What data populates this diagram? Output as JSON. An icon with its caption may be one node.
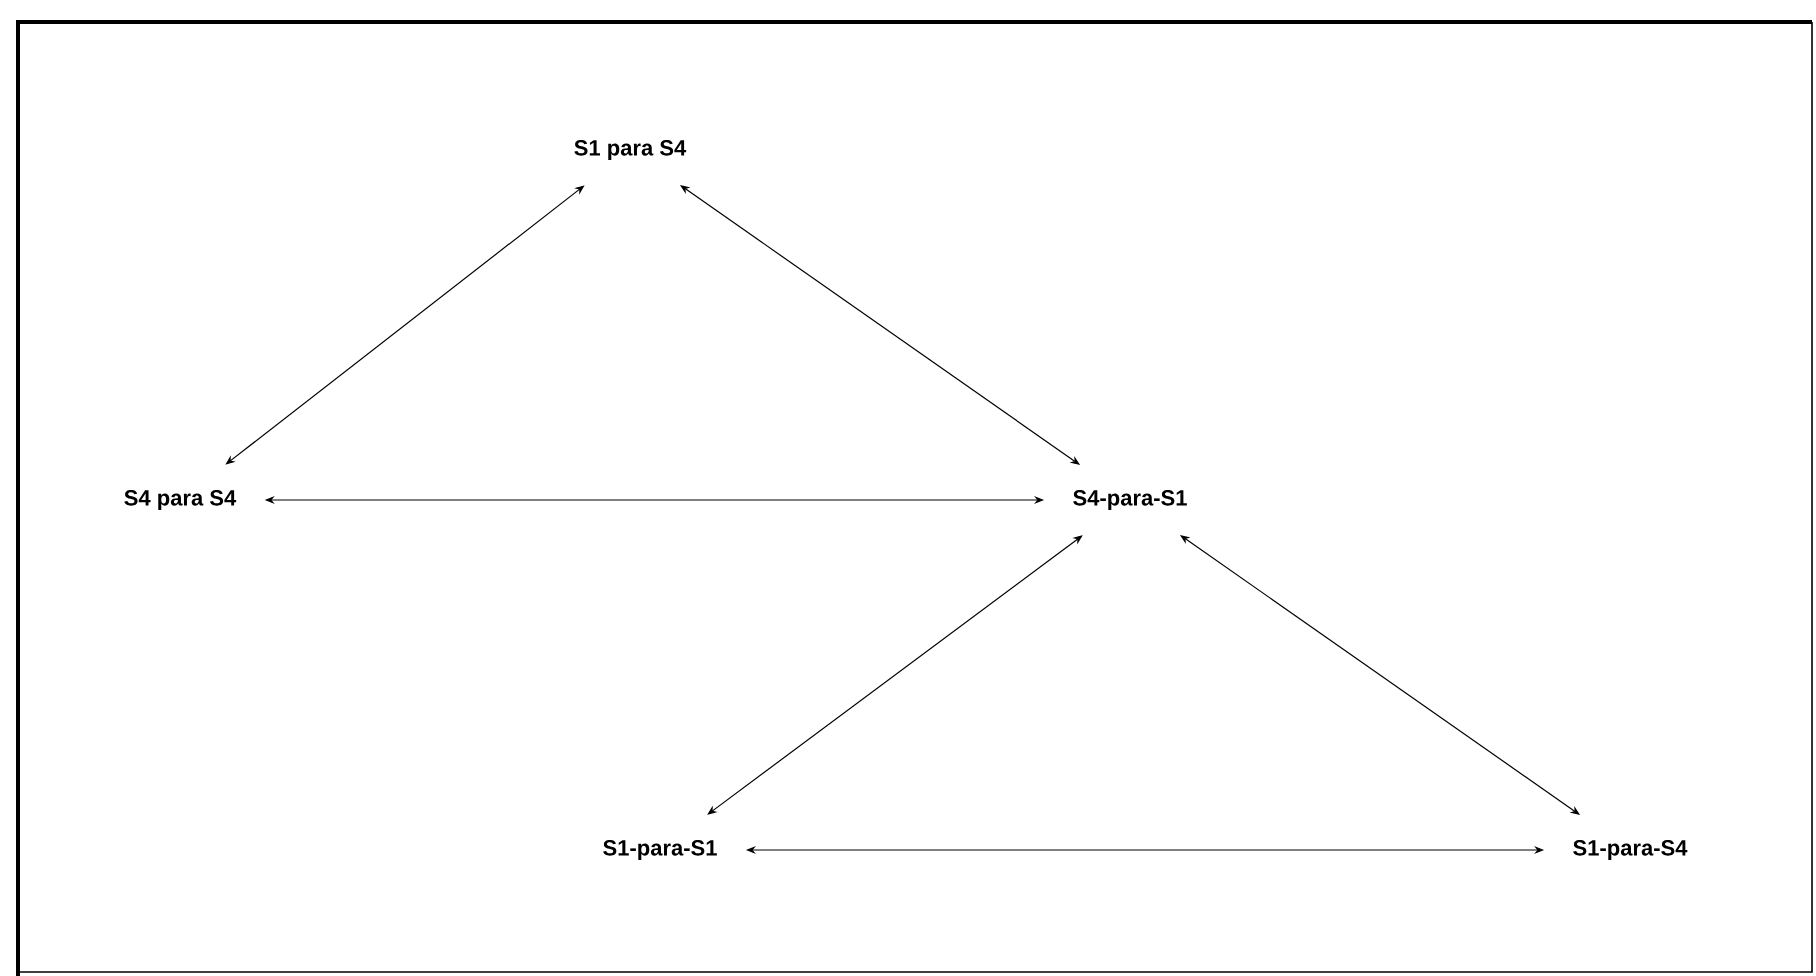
{
  "diagram": {
    "nodes": [
      {
        "text": [
          "S1 para S4"
        ]
      },
      {
        "text": [
          "S4 para S4"
        ]
      },
      {
        "text": [
          "S4-para-S1"
        ]
      },
      {
        "text": [
          "S1-para-S1"
        ]
      },
      {
        "text": [
          "S1-para-S4"
        ]
      }
    ],
    "edges": [
      {
        "from": 0,
        "to": 1,
        "arrow": "both"
      },
      {
        "from": 0,
        "to": 2,
        "arrow": "both"
      },
      {
        "from": 1,
        "to": 2,
        "arrow": "both"
      },
      {
        "from": 2,
        "to": 3,
        "arrow": "both"
      },
      {
        "from": 2,
        "to": 4,
        "arrow": "both"
      },
      {
        "from": 3,
        "to": 4,
        "arrow": "both"
      }
    ]
  }
}
